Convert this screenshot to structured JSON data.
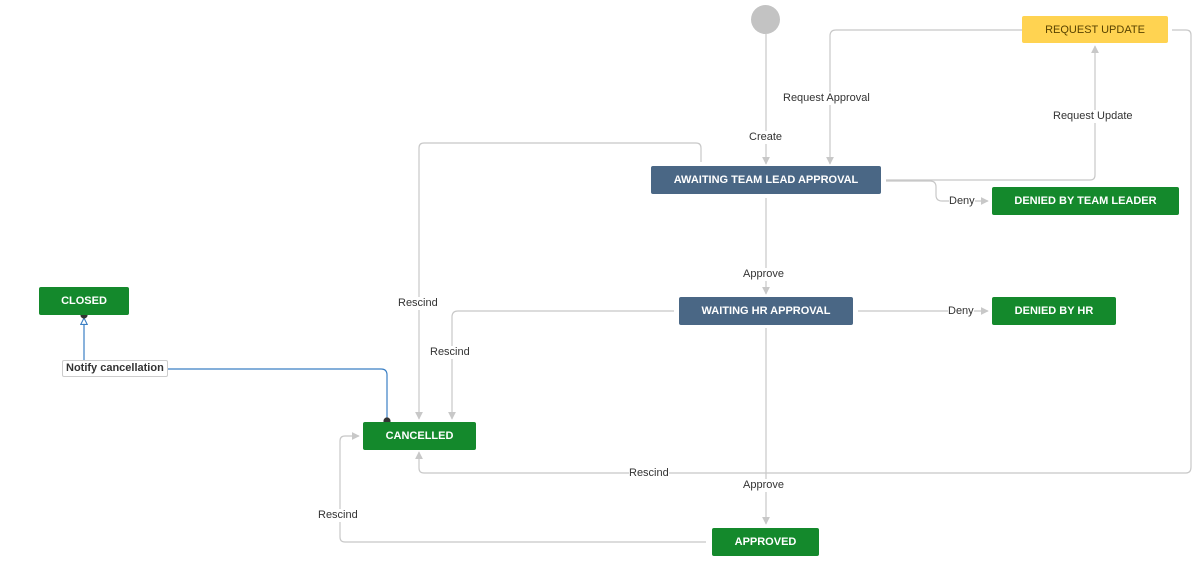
{
  "statuses": {
    "request_update": "REQUEST UPDATE",
    "awaiting_team_lead_approval": "AWAITING TEAM LEAD APPROVAL",
    "denied_by_team_leader": "DENIED BY TEAM LEADER",
    "waiting_hr_approval": "WAITING HR APPROVAL",
    "denied_by_hr": "DENIED BY HR",
    "closed": "CLOSED",
    "cancelled": "CANCELLED",
    "approved": "APPROVED"
  },
  "transitions": {
    "create": "Create",
    "request_approval": "Request Approval",
    "request_update": "Request Update",
    "deny_team_lead": "Deny",
    "approve_team_lead": "Approve",
    "deny_hr": "Deny",
    "approve_hr": "Approve",
    "rescind_team_lead": "Rescind",
    "rescind_hr": "Rescind",
    "rescind_request_update": "Rescind",
    "rescind_approved": "Rescind",
    "notify_cancellation": "Notify cancellation"
  },
  "colors": {
    "done_status": "#14892c",
    "in_progress_status": "#4a6785",
    "pending_status": "#ffd351",
    "line": "#c8c8c8",
    "highlight_line": "#3b7fc4"
  }
}
